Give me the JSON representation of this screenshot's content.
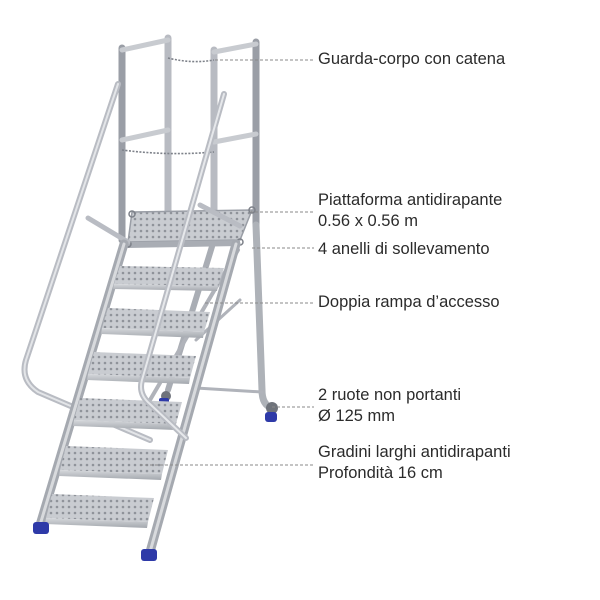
{
  "callouts": [
    {
      "lines": [
        "Guarda-corpo con catena"
      ]
    },
    {
      "lines": [
        "Piattaforma antidirapante",
        "0.56 x 0.56 m"
      ]
    },
    {
      "lines": [
        "4 anelli di sollevamento"
      ]
    },
    {
      "lines": [
        "Doppia rampa d’accesso"
      ]
    },
    {
      "lines": [
        "2 ruote non portanti",
        "Ø 125 mm"
      ]
    },
    {
      "lines": [
        "Gradini larghi antidirapanti",
        "Profondità 16 cm"
      ]
    }
  ],
  "colors": {
    "frame": "#c2c5cc",
    "frame_dark": "#8f939b",
    "step": "#9fa3aa",
    "foot": "#2e3aa8",
    "leader": "#888888",
    "text": "#2b2b2b"
  },
  "icons": [
    "ladder-illustration",
    "chain",
    "wheel",
    "rubber-foot"
  ]
}
